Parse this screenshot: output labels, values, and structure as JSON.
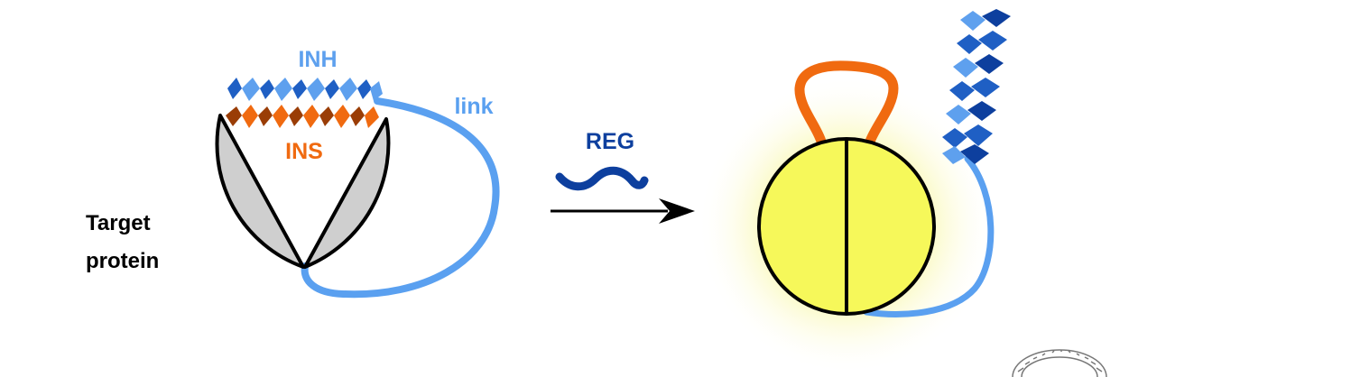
{
  "labels": {
    "inh": "INH",
    "ins": "INS",
    "link": "link",
    "reg": "REG",
    "target_line1": "Target",
    "target_line2": "protein"
  },
  "colors": {
    "inh_blue": "#1f5fc4",
    "inh_light": "#5ea0ee",
    "ins_orange": "#f06a10",
    "ins_dark": "#9a3d06",
    "link_blue": "#5aa0f0",
    "reg_blue": "#0d3f9e",
    "protein_gray": "#cfcfcf",
    "protein_active": "#f6f85a",
    "glow": "#f8f590",
    "outline": "#000000"
  }
}
